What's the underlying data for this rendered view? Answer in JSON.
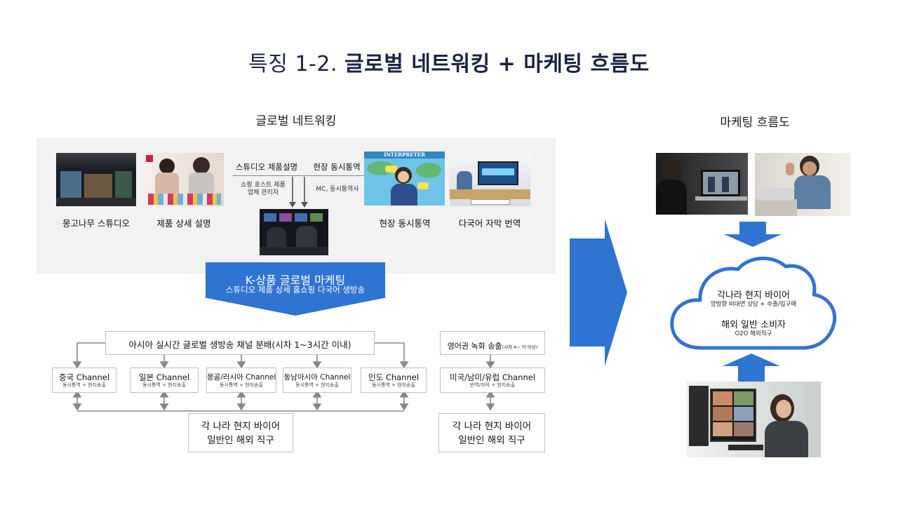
{
  "title": {
    "prefix": "특징 1-2. ",
    "main": "글로벌 네트워킹 + 마케팅 흐름도"
  },
  "global_networking": {
    "heading": "글로벌 네트워킹",
    "photos": [
      {
        "caption": "몽고나무 스튜디오"
      },
      {
        "caption": "제품 상세 설명"
      },
      {
        "caption": "현장 동시통역"
      },
      {
        "caption": "다국어 자막 번역"
      }
    ],
    "studio_product_label": "스튜디오 제품설명",
    "studio_product_sub": "쇼핑 호스트 제품\n업체 관리자",
    "onsite_label": "현장 동시통역",
    "onsite_sub": "MC, 동시통역사",
    "interpreter_sign": "INTERPRETER"
  },
  "banner": {
    "title": "K-상품 글로벌 마케팅",
    "subtitle": "스튜디오 제품 상세 홈쇼핑 다국어 생방송"
  },
  "distribution": {
    "asia_header": "아시아 실시간 글로벌 생방송 채널 분배(시차 1~3시간 이내)",
    "english_header": "영어권 녹화 송출",
    "english_header_note": "(시차 4~ 각 이상)",
    "channels": [
      {
        "name": "중국 Channel",
        "sub": "동시통역 + 현지송출"
      },
      {
        "name": "일본 Channel",
        "sub": "동시통역 + 현지송출"
      },
      {
        "name": "몽골/러시아 Channel",
        "sub": "동시통역 + 현지송출"
      },
      {
        "name": "동남아시아 Channel",
        "sub": "동시통역 + 현지송출"
      },
      {
        "name": "인도 Channel",
        "sub": "동시통역 + 현지송출"
      }
    ],
    "english_channel": {
      "name": "미국/남미/유럽 Channel",
      "sub": "번역/자막 + 현지송출"
    },
    "buyers_asia": {
      "line1": "각 나라 현지 바이어",
      "line2": "일반인 해외 직구"
    },
    "buyers_english": {
      "line1": "각 나라 현지 바이어",
      "line2": "일반인 해외 직구"
    }
  },
  "marketing_flow": {
    "heading": "마케팅 흐름도",
    "cloud_line1": "각나라 현지 바이어",
    "cloud_line1_sub": "양방향 비대면 상담 + 수출/입구매",
    "cloud_line2": "해외 일반 소비자",
    "cloud_line2_sub": "O2O 해외직구"
  },
  "colors": {
    "blue": "#2f74d0",
    "title": "#1b2440",
    "panel": "#f2f2f2",
    "arrow_gray": "#888888"
  }
}
